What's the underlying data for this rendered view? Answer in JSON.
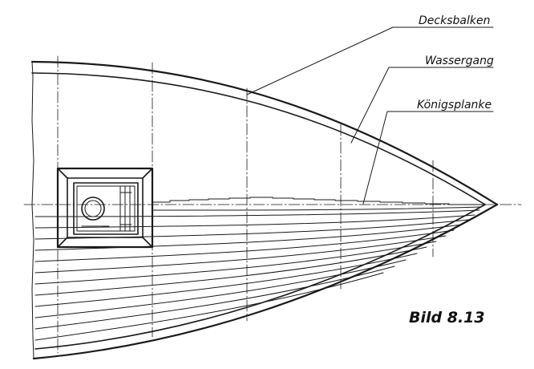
{
  "labels": {
    "decksbalken": "Decksbalken",
    "wassergang": "Wassergang",
    "koenigsplanke": "Königsplanke"
  },
  "figure_caption": "Bild 8.13"
}
